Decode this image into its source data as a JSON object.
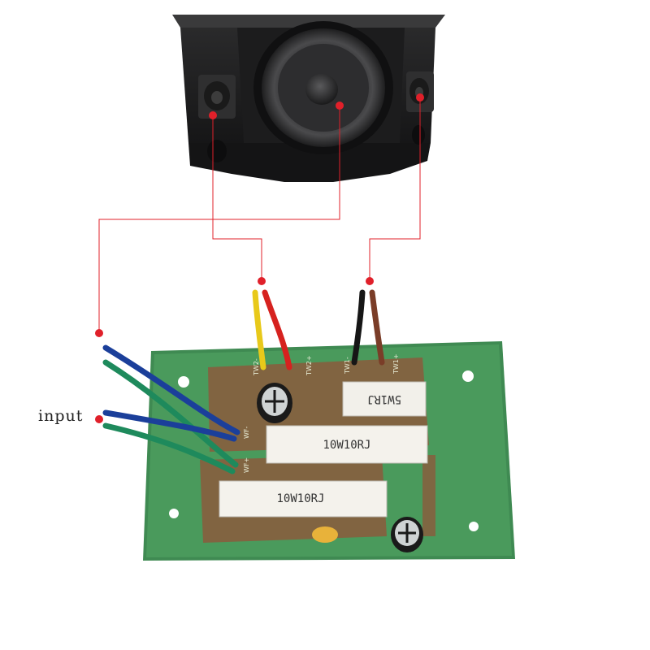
{
  "callout": {
    "input_label": "input"
  },
  "board": {
    "resistor_small": "5W1RJ",
    "resistor_mid": "10W10RJ",
    "resistor_low": "10W10RJ",
    "silk": {
      "tw2_minus": "TW2-",
      "tw2_plus": "TW2+",
      "tw1_minus": "TW1-",
      "tw1_plus": "TW1+",
      "wf_minus": "WF-",
      "wf_plus": "WF+"
    }
  },
  "colors": {
    "pointer": "#e0202a",
    "board": "#3f8a52",
    "copper": "#8b5a3c",
    "speaker": "#1f1f20"
  }
}
